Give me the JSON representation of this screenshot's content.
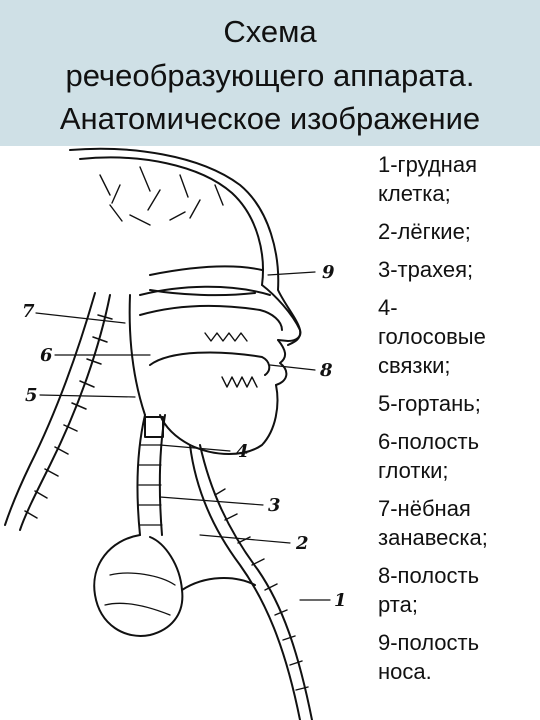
{
  "title": {
    "line1": "Схема",
    "line2": "речеобразующего аппарата.",
    "line3": "Анатомическое изображение"
  },
  "legend": [
    {
      "lines": [
        "1-грудная",
        "клетка;"
      ]
    },
    {
      "lines": [
        "2-лёгкие;"
      ]
    },
    {
      "lines": [
        "3-трахея;"
      ]
    },
    {
      "lines": [
        "4-",
        "голосовые",
        "связки;"
      ]
    },
    {
      "lines": [
        "5-гортань;"
      ]
    },
    {
      "lines": [
        "6-полость",
        "глотки;"
      ]
    },
    {
      "lines": [
        "7-нёбная",
        "занавеска;"
      ]
    },
    {
      "lines": [
        "8-полость",
        "рта;"
      ]
    },
    {
      "lines": [
        "9-полость",
        "носа."
      ]
    }
  ],
  "figure_labels": [
    "1",
    "2",
    "3",
    "4",
    "5",
    "6",
    "7",
    "8",
    "9"
  ],
  "colors": {
    "title_band": "#cfe0e6",
    "ink": "#111111"
  }
}
